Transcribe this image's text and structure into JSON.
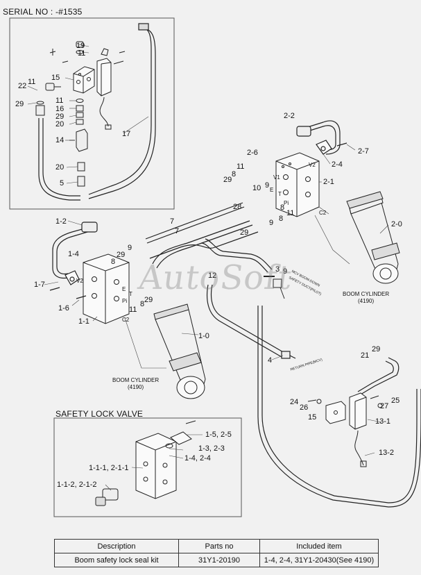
{
  "serial_box": {
    "title": "SERIAL NO : -#1535",
    "labels": [
      "19",
      "11",
      "15",
      "22",
      "11",
      "29",
      "11",
      "16",
      "29",
      "20",
      "14",
      "17",
      "20",
      "5"
    ]
  },
  "main": {
    "labels": [
      "2-2",
      "2-7",
      "2-4",
      "2-6",
      "V2",
      "11",
      "8",
      "29",
      "10",
      "9",
      "V1",
      "2-1",
      "E",
      "T",
      "28",
      "8",
      "Pi",
      "11",
      "8",
      "9",
      "29",
      "C2",
      "2-0",
      "1-2",
      "7",
      "7",
      "1-4",
      "9",
      "V2",
      "29",
      "8",
      "1-7",
      "1-6",
      "E",
      "T",
      "Pi",
      "11",
      "8",
      "29",
      "1-1",
      "C2",
      "3",
      "9",
      "12",
      "1-0",
      "4",
      "21",
      "29",
      "24",
      "26",
      "27",
      "25",
      "15",
      "13-1",
      "13-2"
    ],
    "cylinder_1": {
      "name": "BOOM CYLINDER",
      "code": "(4190)"
    },
    "cylinder_2": {
      "name": "BOOM CYLINDER",
      "code": "(4190)"
    },
    "pipe_note_1": "MCV BOOM-DOWN",
    "pipe_note_2": "SAFETY DUCT(PILOT)",
    "pipe_note_3": "RETURN PIPE(MCV)"
  },
  "safety_box": {
    "title": "SAFETY LOCK VALVE",
    "labels": [
      "1-5, 2-5",
      "1-3, 2-3",
      "1-4, 2-4",
      "1-1-1, 2-1-1",
      "1-1-2, 2-1-2"
    ]
  },
  "watermark": "AutoSoft",
  "kit_table": {
    "headers": [
      "Description",
      "Parts no",
      "Included item"
    ],
    "rows": [
      [
        "Boom safety lock seal kit",
        "31Y1-20190",
        "1-4, 2-4, 31Y1-20430(See 4190)"
      ]
    ]
  }
}
